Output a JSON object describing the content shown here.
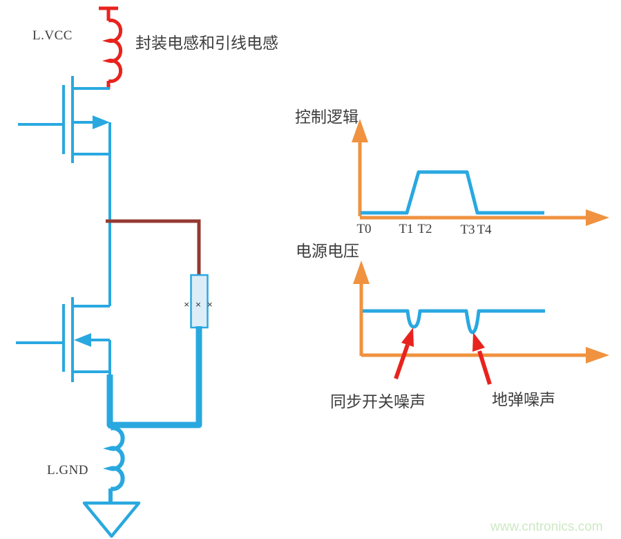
{
  "colors": {
    "background": "#ffffff",
    "wire_blue": "#29a8e0",
    "axis_orange": "#f0923f",
    "inductor_red": "#e8231e",
    "branch_dark_red": "#943a31",
    "component_fill": "#dcedf7",
    "text_dark": "#3c3c3c",
    "watermark_green": "#cde8c3"
  },
  "circuit": {
    "vcc_inductor_label": "L.VCC",
    "package_inductance_note": "封装电感和引线电感",
    "gnd_inductor_label": "L.GND",
    "resistor_marks": "× × ×"
  },
  "charts": {
    "control_logic": {
      "title": "控制逻辑",
      "ticks": [
        "T0",
        "T1",
        "T2",
        "T3",
        "T4"
      ]
    },
    "supply_voltage": {
      "title": "电源电压",
      "annotation_sync_noise": "同步开关噪声",
      "annotation_ground_bounce": "地弹噪声"
    }
  },
  "watermark": "www.cntronics.com",
  "chart_data": [
    {
      "type": "line",
      "title": "控制逻辑",
      "xlabel": "",
      "ylabel": "",
      "x_ticks": [
        "T0",
        "T1",
        "T2",
        "T3",
        "T4"
      ],
      "series": [
        {
          "name": "控制逻辑",
          "points": [
            [
              "T0",
              0
            ],
            [
              "T1",
              0
            ],
            [
              "T2",
              1
            ],
            [
              "T3",
              1
            ],
            [
              "T4",
              0
            ]
          ],
          "shape": "trapezoidal pulse: low from T0 to T1, ramp up T1–T2, high T2–T3, ramp down T3–T4, then low"
        }
      ],
      "ylim": [
        0,
        1
      ],
      "grid": false,
      "legend": false
    },
    {
      "type": "line",
      "title": "电源电压",
      "xlabel": "",
      "ylabel": "",
      "series": [
        {
          "name": "电源电压",
          "shape": "constant high supply level with two brief negative dips",
          "dips": [
            {
              "label": "同步开关噪声",
              "relative_depth": 0.7
            },
            {
              "label": "地弹噪声",
              "relative_depth": 1.0
            }
          ]
        }
      ],
      "grid": false,
      "legend": false
    }
  ]
}
